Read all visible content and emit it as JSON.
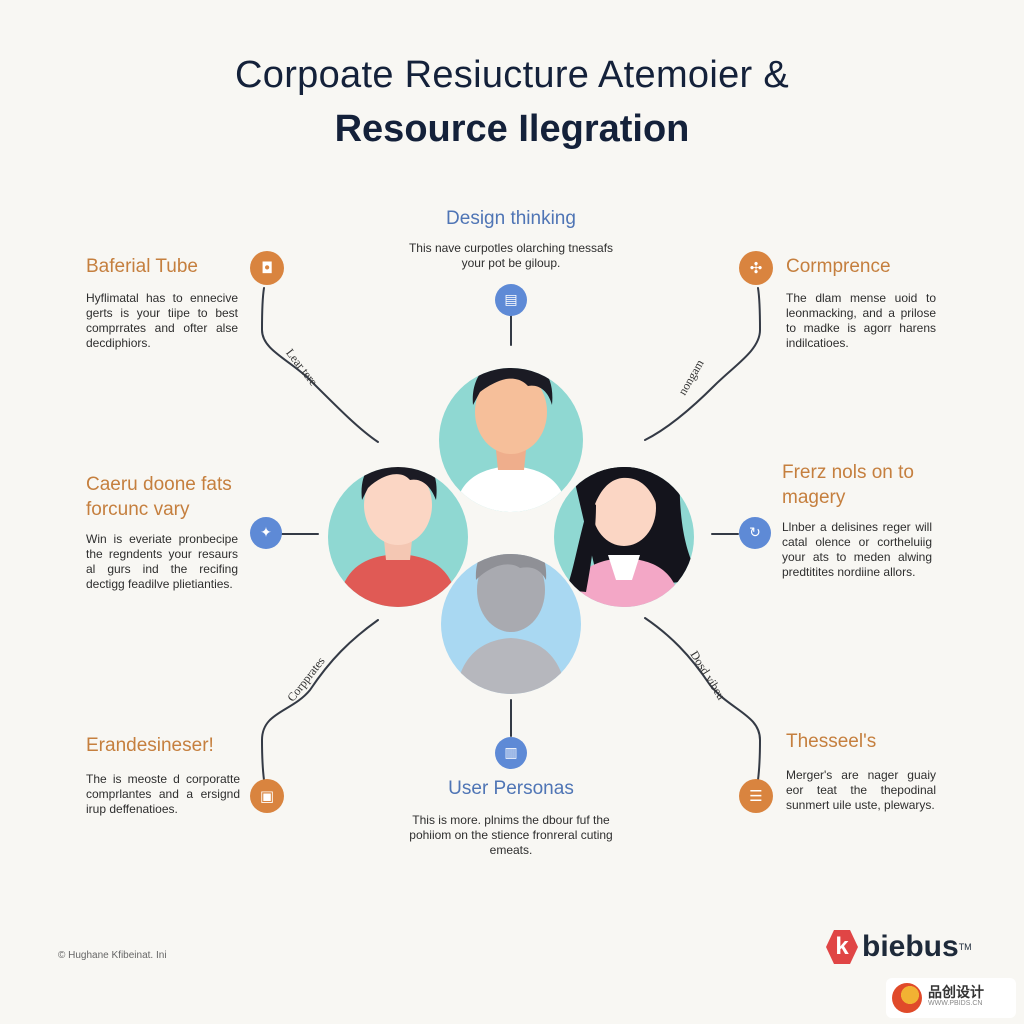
{
  "title": {
    "line1": "Corpoate Resiucture Atemoier &",
    "line2": "Resource Ilegration"
  },
  "nodes": {
    "top": {
      "heading": "Design thinking",
      "text": "This nave curpotles olarching tnessafs your pot be giloup.",
      "icon": "book-icon"
    },
    "top_left": {
      "heading": "Baferial Tube",
      "text": "Hyflimatal has to ennecive gerts is your tiipe to best comprrates and ofter alse decdiphiors.",
      "icon": "camera-icon"
    },
    "top_right": {
      "heading": "Cormprence",
      "text": "The dlam mense uoid to leonmacking, and a prilose to madke is agorr harens indilcatioes.",
      "icon": "puzzle-icon"
    },
    "mid_left": {
      "heading": "Caeru doone fats forcunc vary",
      "text": "Win is everiate pronbecipe the regndents your resaurs al gurs ind the recifing dectigg feadilve plietianties.",
      "icon": "bird-icon"
    },
    "mid_right": {
      "heading": "Frerz nols on to magery",
      "text": "Llnber a delisines reger will catal olence or cortheluiig your ats to meden alwing predtitites nordiine allors.",
      "icon": "refresh-icon"
    },
    "bottom_left": {
      "heading": "Erandesineser!",
      "text": "The is meoste d corporatte comprlantes and a ersignd irup deffenatioes.",
      "icon": "frame-icon"
    },
    "bottom": {
      "heading": "User Personas",
      "text": "This is more. plnims the dbour fuf the pohiiom on the stience fronreral cuting emeats.",
      "icon": "document-icon"
    },
    "bottom_right": {
      "heading": "Thesseel's",
      "text": "Merger's are nager guaiy eor teat the thepodinal sunmert uile uste, plewarys.",
      "icon": "dish-icon"
    }
  },
  "curve_labels": {
    "upper_left": "Lear tere",
    "upper_right": "nongam",
    "lower_left": "Corpprates",
    "lower_right": "Dosd vibeu"
  },
  "footer": {
    "copyright": "© Hughane Kfibeinat. Ini",
    "logo_mark": "k",
    "logo_text": "biebus",
    "logo_tm": "TM",
    "watermark_cn": "品创设计",
    "watermark_url": "WWW.PBIDS.CN"
  },
  "colors": {
    "accent_orange": "#d9843f",
    "accent_blue": "#5e8ad6",
    "title_navy": "#14213a",
    "person_teal_bg": "#8fd8d2",
    "person_blue_bg": "#a9d8f2"
  }
}
